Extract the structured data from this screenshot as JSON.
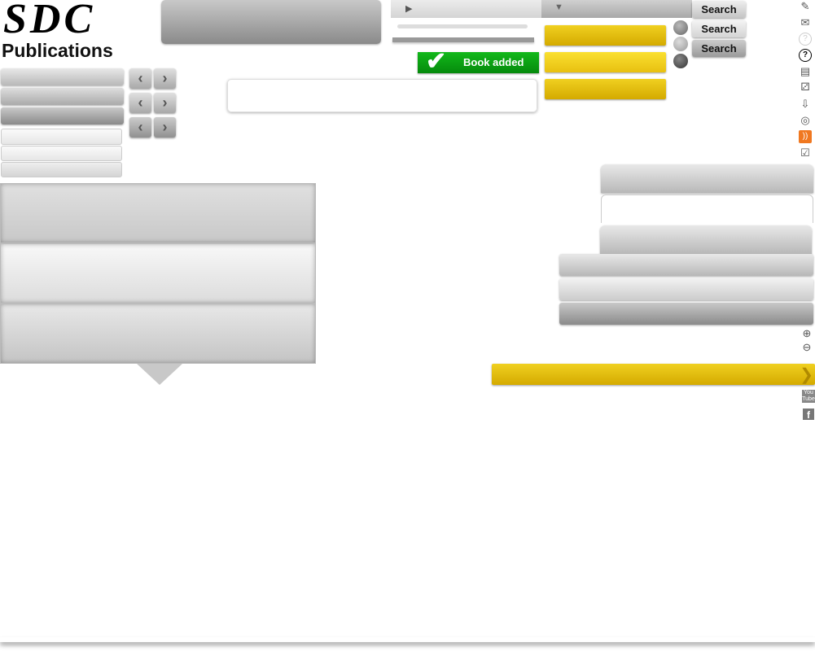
{
  "logo": {
    "mark": "SDC",
    "text": "Publications"
  },
  "search_buttons": [
    "Search",
    "Search",
    "Search"
  ],
  "notification": {
    "label": "Book added"
  },
  "arrows": {
    "prev": "‹",
    "next": "›"
  },
  "colors": {
    "yellow": "#e0bc10",
    "green": "#0aa012"
  },
  "icons": [
    "edit-icon",
    "mail-icon",
    "help-disabled-icon",
    "help-icon",
    "pdf-icon",
    "dice-icon",
    "download-icon",
    "cd-icon",
    "rss-icon",
    "checklist-icon",
    "zoom-in-icon",
    "zoom-out-icon",
    "youtube-icon",
    "facebook-icon"
  ]
}
